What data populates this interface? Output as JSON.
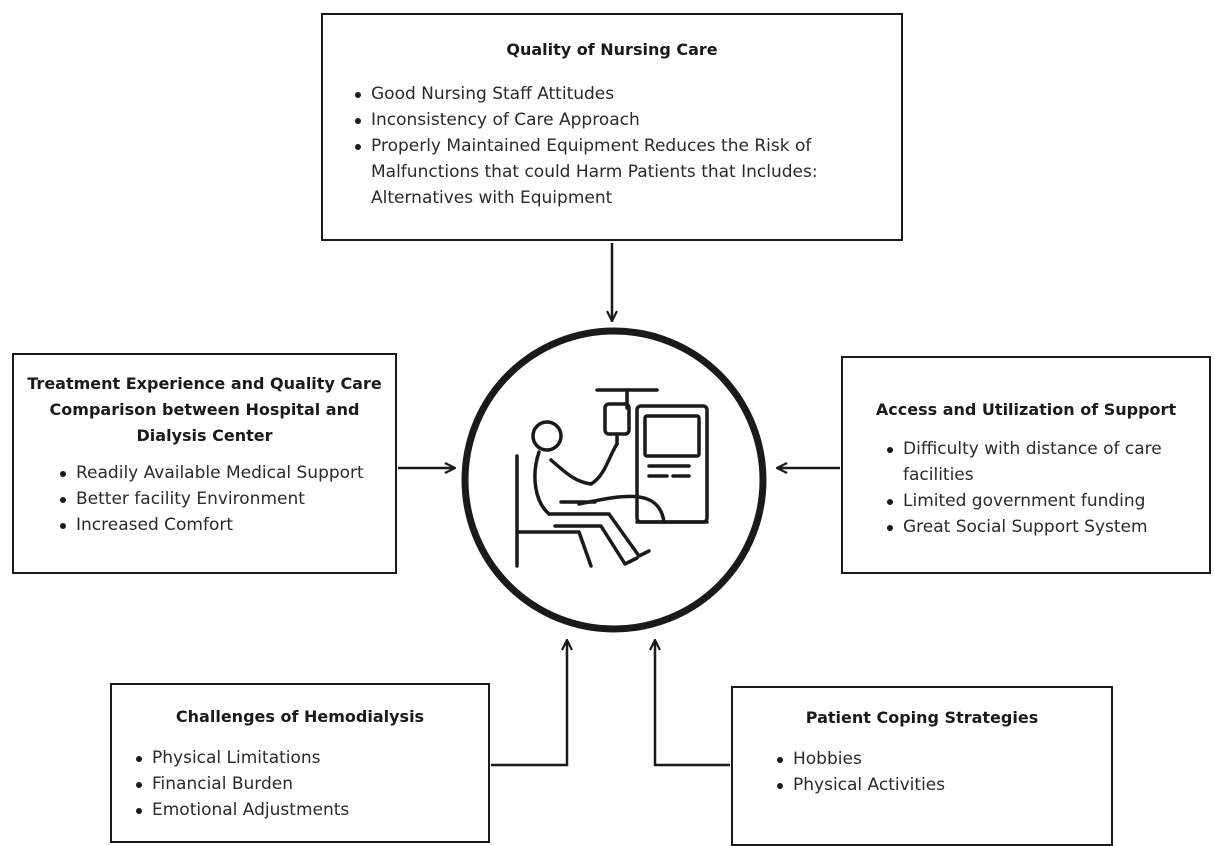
{
  "diagram": {
    "top": {
      "title": "Quality of Nursing Care",
      "items": [
        "Good Nursing Staff Attitudes",
        "Inconsistency of Care Approach",
        "Properly Maintained Equipment Reduces the Risk of Malfunctions that could Harm Patients that Includes: Alternatives with Equipment"
      ]
    },
    "left": {
      "title": "Treatment Experience and Quality Care Comparison between Hospital and Dialysis Center",
      "items": [
        "Readily Available Medical Support",
        "Better facility Environment",
        "Increased Comfort"
      ]
    },
    "right": {
      "title": "Access and Utilization of Support",
      "items": [
        "Difficulty with distance of care facilities",
        "Limited government funding",
        "Great Social Support System"
      ]
    },
    "bottom_left": {
      "title": "Challenges of Hemodialysis",
      "items": [
        "Physical Limitations",
        "Financial Burden",
        "Emotional Adjustments"
      ]
    },
    "bottom_right": {
      "title": "Patient Coping Strategies",
      "items": [
        "Hobbies",
        "Physical Activities"
      ]
    },
    "center_icon": "hemodialysis-patient-icon",
    "colors": {
      "stroke": "#1a1a1a",
      "background": "#ffffff"
    }
  }
}
